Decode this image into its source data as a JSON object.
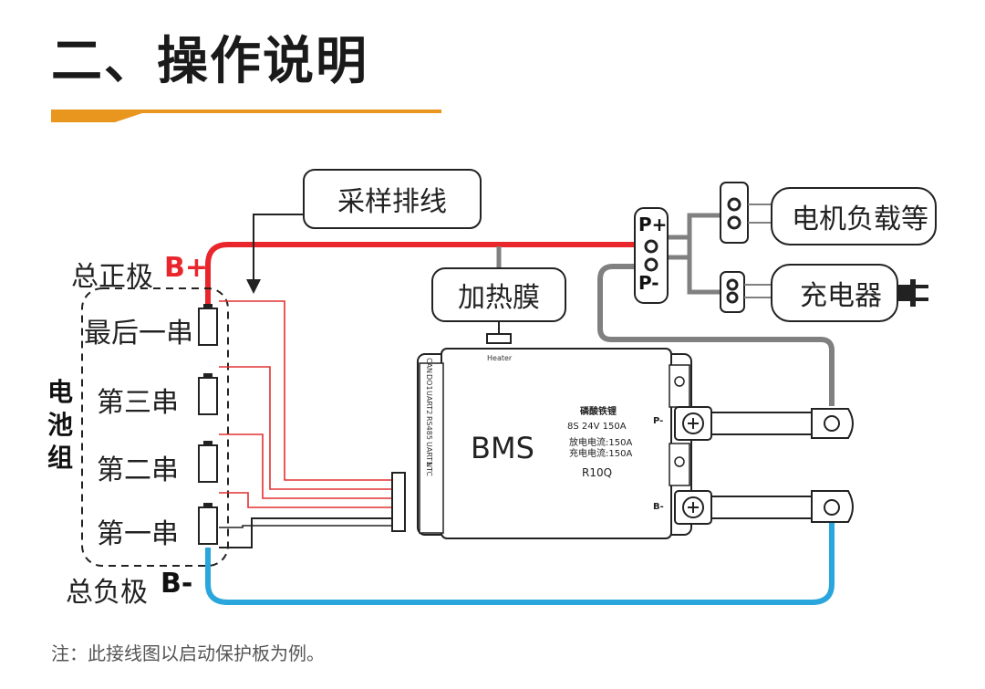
{
  "header": {
    "title": "二、操作说明"
  },
  "labels": {
    "sampling_cable": "采样排线",
    "heating_film": "加热膜",
    "total_positive": "总正极",
    "b_plus": "B+",
    "total_negative": "总负极",
    "b_minus": "B-",
    "battery_pack": "电\n池\n组",
    "cell_last": "最后一串",
    "cell_third": "第三串",
    "cell_second": "第二串",
    "cell_first": "第一串",
    "motor_load": "电机负载等",
    "charger": "充电器",
    "p_plus": "P+",
    "p_minus": "P-"
  },
  "bms": {
    "name": "BMS",
    "chem": "磷酸铁锂",
    "spec": "8S   24V   150A",
    "discharge": "放电电流:150A",
    "charge": "充电电流:150A",
    "model": "R10Q",
    "port_can": "CAN",
    "port_do": "DO1",
    "port_uart2": "UART2",
    "port_rs485": "RS485",
    "port_uart1": "UART1",
    "port_ntc": "NTC",
    "heater": "Heater",
    "terminal_p": "P-",
    "terminal_b": "B-"
  },
  "note": "注：此接线图以启动保护板为例。",
  "colors": {
    "accent_orange": "#e8961e",
    "positive_red": "#e8262c",
    "negative_blue": "#2aa6dc",
    "p_minus_gray": "#808080",
    "sense_red": "#e23030"
  }
}
